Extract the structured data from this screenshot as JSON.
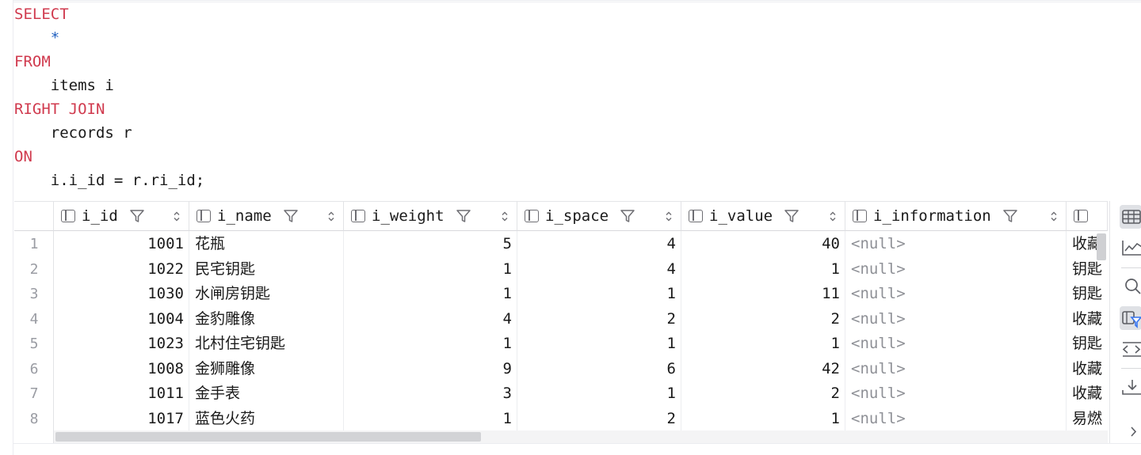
{
  "editor": {
    "lines": [
      {
        "text": "SELECT",
        "kind": "kw"
      },
      {
        "text": "    ",
        "star": "*"
      },
      {
        "text": "FROM",
        "kind": "kw"
      },
      {
        "text": "    items i",
        "kind": "plain"
      },
      {
        "text": "RIGHT JOIN",
        "kind": "kw"
      },
      {
        "text": "    records r",
        "kind": "plain"
      },
      {
        "text": "ON",
        "kind": "kw"
      },
      {
        "text": "    i.i_id = r.ri_id;",
        "kind": "plain"
      }
    ]
  },
  "grid": {
    "columns": [
      {
        "label": "i_id"
      },
      {
        "label": "i_name"
      },
      {
        "label": "i_weight"
      },
      {
        "label": "i_space"
      },
      {
        "label": "i_value"
      },
      {
        "label": "i_information"
      },
      {
        "label": ""
      }
    ],
    "rows": [
      {
        "num": "1",
        "i_id": "1001",
        "i_name": "花瓶",
        "i_weight": "5",
        "i_space": "4",
        "i_value": "40",
        "i_information": "<null>",
        "next": "收藏"
      },
      {
        "num": "2",
        "i_id": "1022",
        "i_name": "民宅钥匙",
        "i_weight": "1",
        "i_space": "4",
        "i_value": "1",
        "i_information": "<null>",
        "next": "钥匙"
      },
      {
        "num": "3",
        "i_id": "1030",
        "i_name": "水闸房钥匙",
        "i_weight": "1",
        "i_space": "1",
        "i_value": "11",
        "i_information": "<null>",
        "next": "钥匙"
      },
      {
        "num": "4",
        "i_id": "1004",
        "i_name": "金豹雕像",
        "i_weight": "4",
        "i_space": "2",
        "i_value": "2",
        "i_information": "<null>",
        "next": "收藏"
      },
      {
        "num": "5",
        "i_id": "1023",
        "i_name": "北村住宅钥匙",
        "i_weight": "1",
        "i_space": "1",
        "i_value": "1",
        "i_information": "<null>",
        "next": "钥匙"
      },
      {
        "num": "6",
        "i_id": "1008",
        "i_name": "金狮雕像",
        "i_weight": "9",
        "i_space": "6",
        "i_value": "42",
        "i_information": "<null>",
        "next": "收藏"
      },
      {
        "num": "7",
        "i_id": "1011",
        "i_name": "金手表",
        "i_weight": "3",
        "i_space": "1",
        "i_value": "2",
        "i_information": "<null>",
        "next": "收藏"
      },
      {
        "num": "8",
        "i_id": "1017",
        "i_name": "蓝色火药",
        "i_weight": "1",
        "i_space": "2",
        "i_value": "1",
        "i_information": "<null>",
        "next": "易燃"
      }
    ]
  },
  "toolbar": {
    "buttons": [
      {
        "icon": "table-view-icon",
        "active": true
      },
      {
        "icon": "chart-view-icon",
        "active": false
      },
      {
        "icon": "search-icon",
        "active": false
      },
      {
        "icon": "column-filter-icon",
        "active": true
      },
      {
        "icon": "code-view-icon",
        "active": false
      },
      {
        "icon": "download-icon",
        "active": false
      },
      {
        "icon": "chevron-right-icon",
        "active": false
      }
    ]
  },
  "colors": {
    "keyword": "#d03a4e",
    "star": "#1f5fbf",
    "null_text": "#8e9096",
    "row_number": "#9a9ca3"
  }
}
